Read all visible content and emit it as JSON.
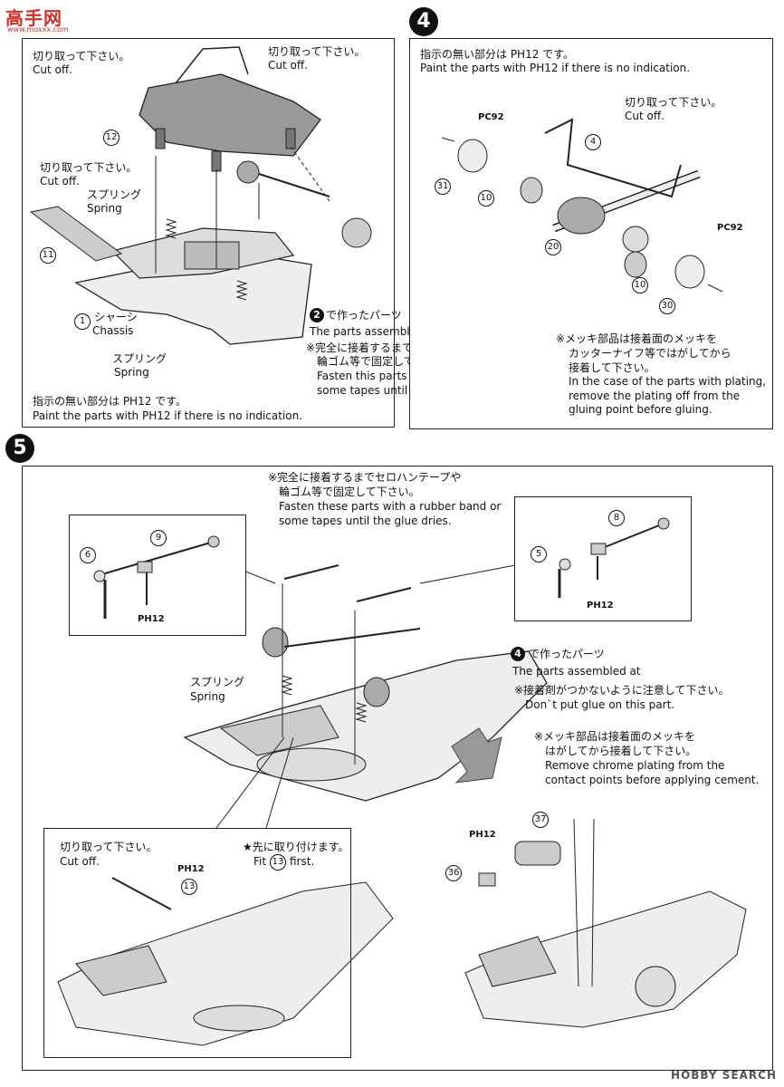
{
  "watermark": {
    "logo": "高手网",
    "logo_sub": "www.moxxx.com",
    "footer": "HOBBY SEARCH"
  },
  "step3": {
    "cut_off_1_jp": "切り取って下さい。",
    "cut_off_1_en": "Cut off.",
    "cut_off_2_jp": "切り取って下さい。",
    "cut_off_2_en": "Cut off.",
    "cut_off_3_jp": "切り取って下さい。",
    "cut_off_3_en": "Cut off.",
    "spring_1_jp": "スプリング",
    "spring_1_en": "Spring",
    "spring_2_jp": "スプリング",
    "spring_2_en": "Spring",
    "chassis_jp": "シャーシ",
    "chassis_en": "Chassis",
    "part_12": "12",
    "part_11": "11",
    "part_1": "1",
    "assembled_jp": "で作ったパーツ",
    "assembled_en": "The parts assembled at",
    "step_ref": "2",
    "note1_jp": "※完全に接着するまでセロハンテープや",
    "note2_jp": "輪ゴム等で固定して下さい。",
    "note1_en": "Fasten this parts with a rubber band or",
    "note2_en": "some tapes until the glue dries.",
    "paint_jp": "指示の無い部分は PH12 です。",
    "paint_en": "Paint the parts with PH12 if there is no indication."
  },
  "step4": {
    "badge": "4",
    "paint_jp": "指示の無い部分は PH12 です。",
    "paint_en": "Paint the parts with PH12 if there is no indication.",
    "cut_off_jp": "切り取って下さい。",
    "cut_off_en": "Cut off.",
    "pc_1": "PC92",
    "pc_2": "PC92",
    "part_4": "4",
    "part_31": "31",
    "part_10a": "10",
    "part_20": "20",
    "part_10b": "10",
    "part_30": "30",
    "plating_jp1": "※メッキ部品は接着面のメッキを",
    "plating_jp2": "カッターナイフ等ではがしてから",
    "plating_jp3": "接着して下さい。",
    "plating_en1": "In the case of the parts with plating,",
    "plating_en2": "remove the plating off from the",
    "plating_en3": "gluing point before gluing."
  },
  "step5": {
    "badge": "5",
    "note_jp1": "※完全に接着するまでセロハンテープや",
    "note_jp2": "輪ゴム等で固定して下さい。",
    "note_en1": "Fasten these parts with a rubber band or",
    "note_en2": "some tapes until the glue dries.",
    "part_9": "9",
    "part_6": "6",
    "ph_left": "PH12",
    "part_8": "8",
    "part_5": "5",
    "ph_right": "PH12",
    "assembled_jp": "で作ったパーツ",
    "assembled_en": "The parts assembled at",
    "step_ref": "4",
    "noglue_jp": "※接着剤がつかないように注意して下さい。",
    "noglue_en": "Don`t put glue on this part.",
    "spring_jp": "スプリング",
    "spring_en": "Spring",
    "chrome_jp1": "※メッキ部品は接着面のメッキを",
    "chrome_jp2": "はがしてから接着して下さい。",
    "chrome_en1": "Remove chrome plating from the",
    "chrome_en2": "contact points before applying cement.",
    "cut_off_jp": "切り取って下さい。",
    "cut_off_en": "Cut off.",
    "ph_13": "PH12",
    "part_13": "13",
    "fit_jp": "★先に取り付けます。",
    "fit_en_pre": "Fit",
    "fit_part": "13",
    "fit_en_post": "first.",
    "ph_37": "PH12",
    "part_37": "37",
    "part_36": "36"
  }
}
